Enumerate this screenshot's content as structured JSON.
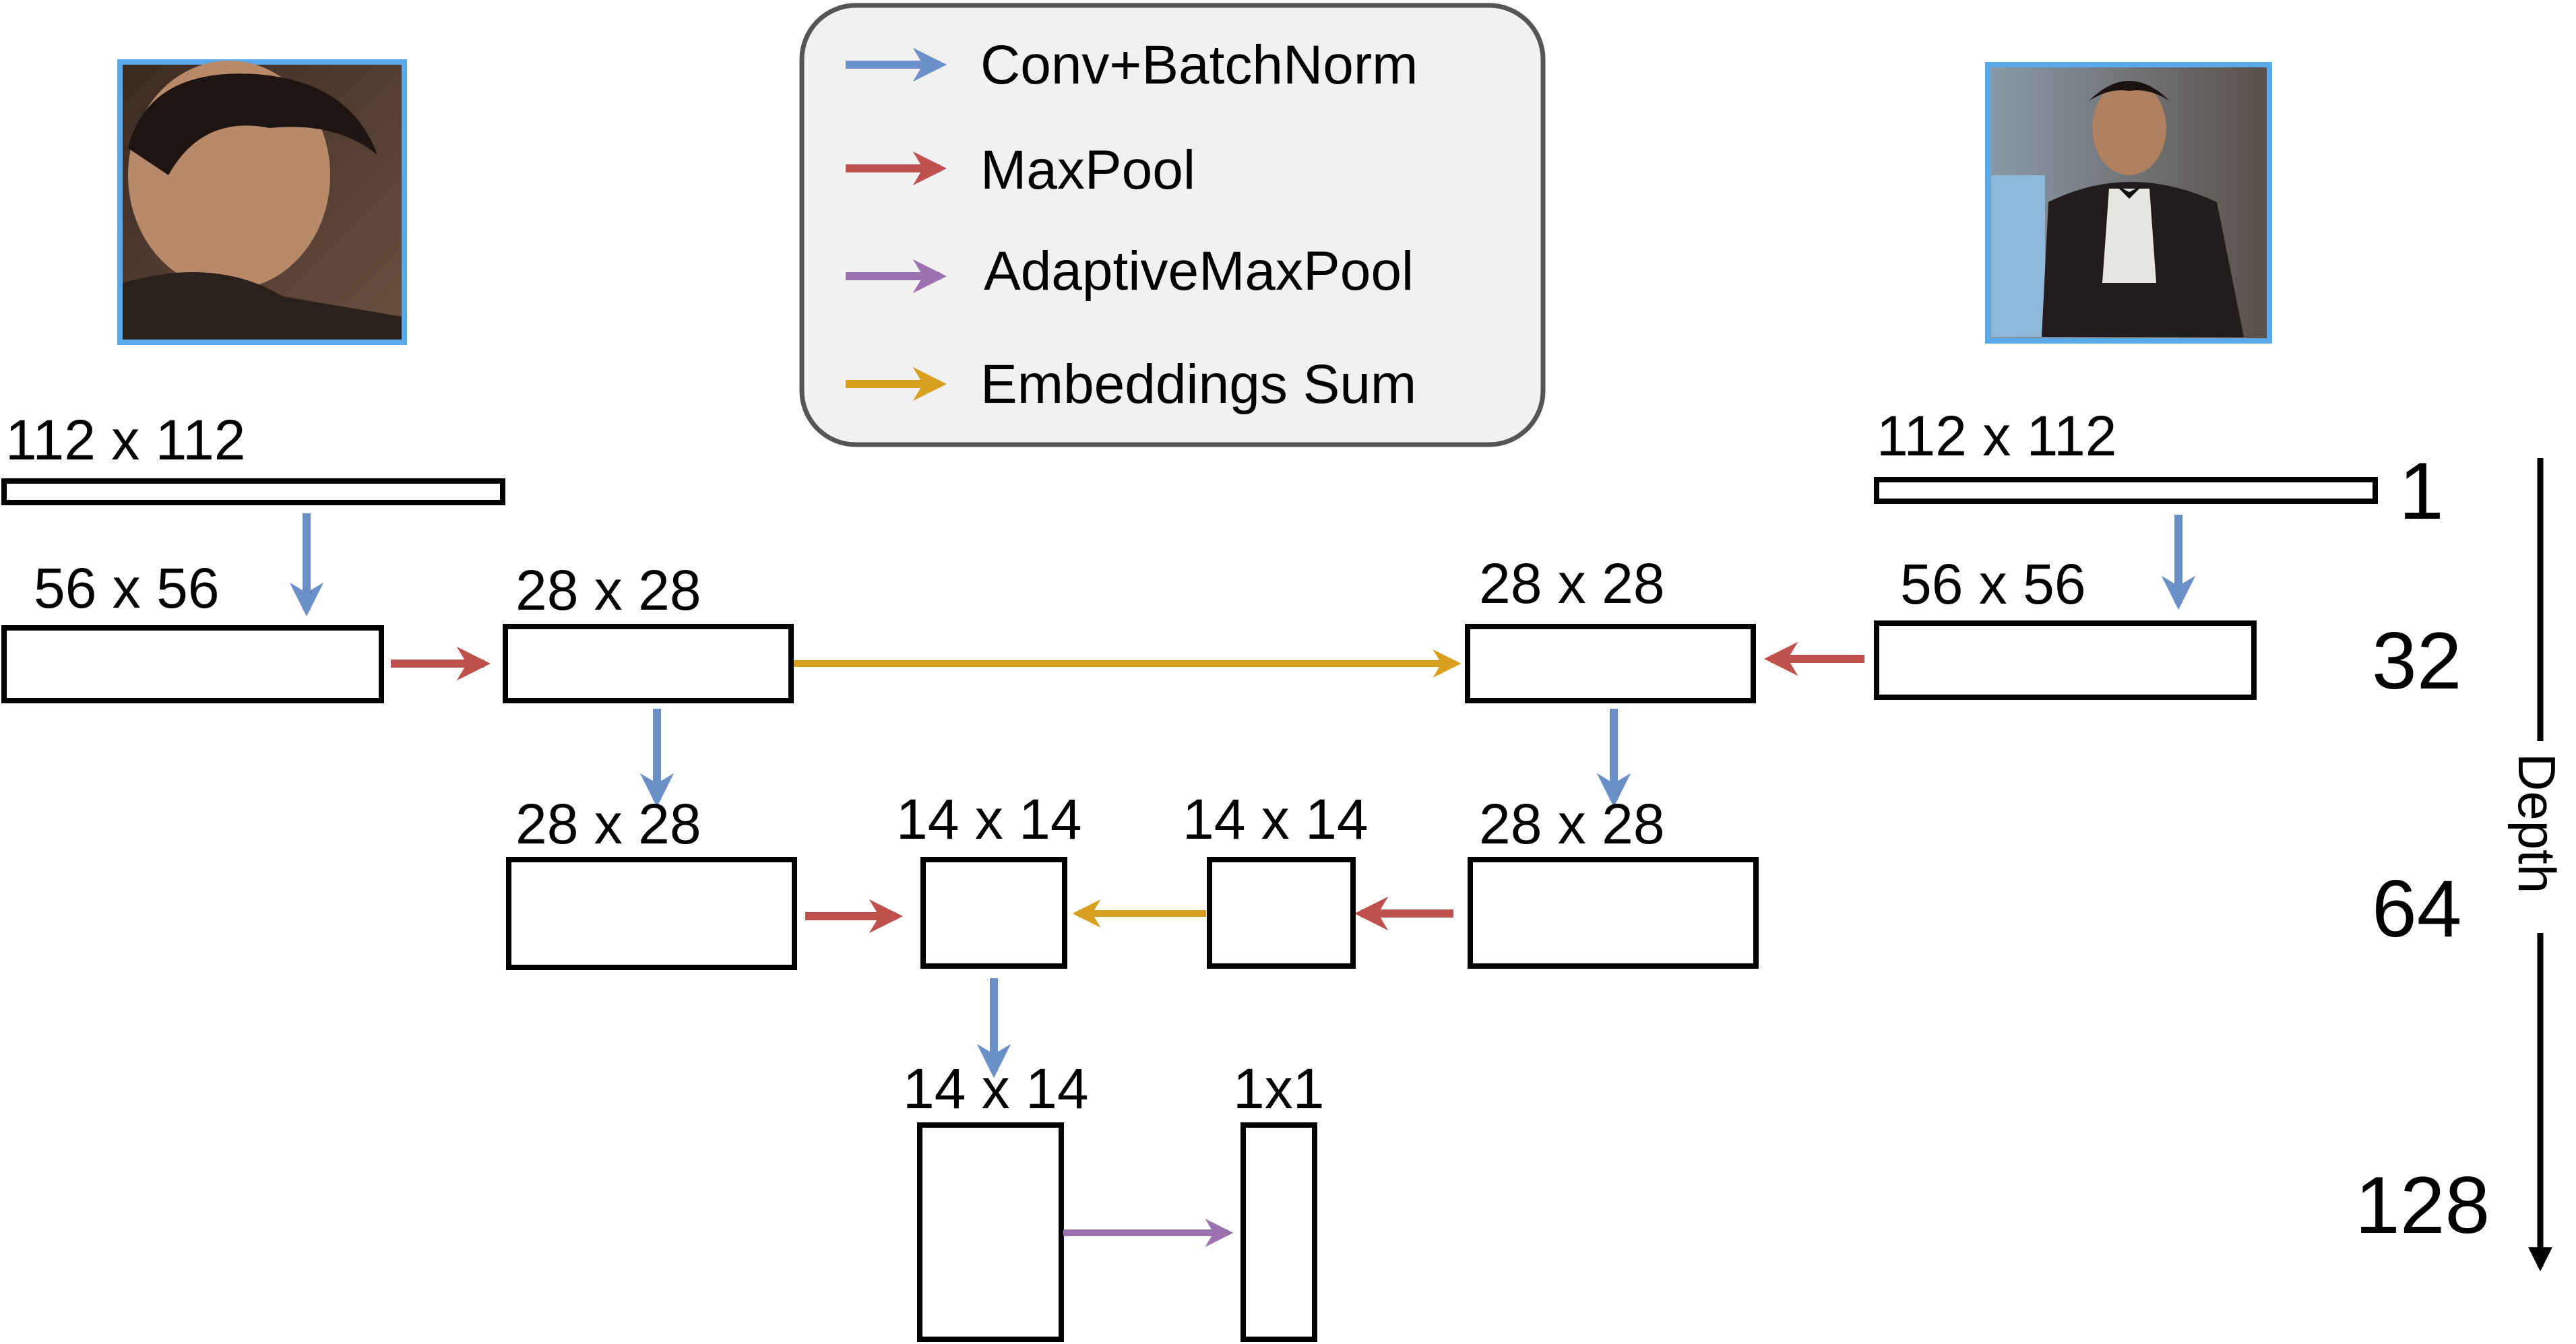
{
  "legend": {
    "items": [
      {
        "label": "Conv+BatchNorm",
        "color": "#6b8fc7"
      },
      {
        "label": "MaxPool",
        "color": "#c0504d"
      },
      {
        "label": "AdaptiveMaxPool",
        "color": "#9b72b0"
      },
      {
        "label": "Embeddings Sum",
        "color": "#d8a01e"
      }
    ]
  },
  "left_branch": {
    "input_label": "112 x 112",
    "conv1_label": "56 x 56",
    "pool1_label": "28 x 28",
    "conv2_label": "28 x 28"
  },
  "right_branch": {
    "input_label": "112 x 112",
    "conv1_label": "56 x 56",
    "pool1_label": "28 x 28",
    "conv2_label": "28 x 28",
    "pool2_label": "14 x 14"
  },
  "merge": {
    "sum_label": "14 x 14",
    "conv3_label": "14 x 14",
    "output_label": "1x1"
  },
  "depth_axis": {
    "title": "Depth",
    "levels": [
      "1",
      "32",
      "64",
      "128"
    ]
  },
  "photos": {
    "left": "face-closeup-photo",
    "right": "person-in-tuxedo-photo"
  }
}
